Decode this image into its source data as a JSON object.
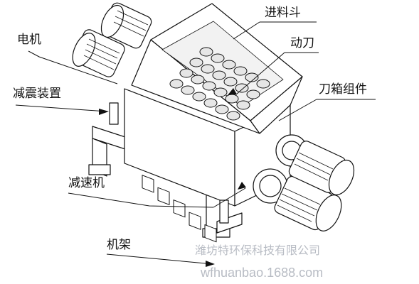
{
  "labels": {
    "hopper": "进料斗",
    "motor": "电机",
    "rotary_blade": "动刀",
    "damping_device": "减震装置",
    "blade_box_assembly": "刀箱组件",
    "reducer": "减速机",
    "frame": "机架"
  },
  "watermark": {
    "company": "潍坊特环保科技有限公司",
    "url": "wfhuanbao.1688.com"
  },
  "colors": {
    "line": "#111111",
    "paper": "#ffffff",
    "watermark": "#b8bcc4"
  }
}
